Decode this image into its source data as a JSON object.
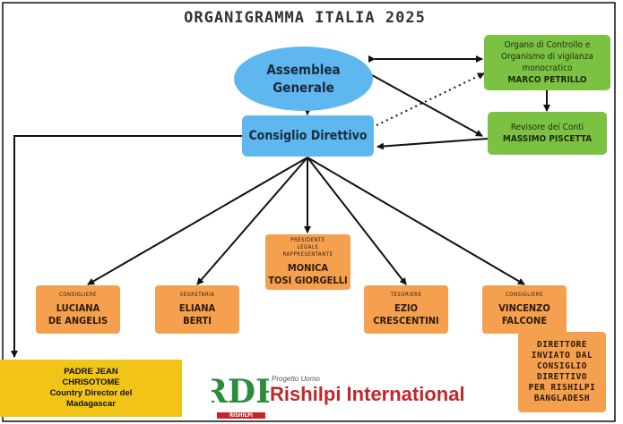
{
  "title": "ORGANIGRAMMA ITALIA 2025",
  "assemblea": {
    "line1": "Assemblea",
    "line2": "Generale"
  },
  "consiglio": "Consiglio Direttivo",
  "organo": {
    "line1": "Organo di Controllo e",
    "line2": "Organismo di vigilanza",
    "line3": "monocratico",
    "name": "MARCO PETRILLO"
  },
  "revisore": {
    "line1": "Revisore dei Conti",
    "name": "MASSIMO PISCETTA"
  },
  "presidente": {
    "role1": "PRESIDENTE",
    "role2": "LEGALE",
    "role3": "RAPPRESENTANTE",
    "name1": "MONICA",
    "name2": "TOSI GIORGELLI"
  },
  "members": [
    {
      "role": "CONSIGLIERE",
      "name1": "LUCIANA",
      "name2": "DE ANGELIS"
    },
    {
      "role": "SEGRETARIA",
      "name1": "ELIANA",
      "name2": "BERTI"
    },
    {
      "role": "TESORIERE",
      "name1": "EZIO",
      "name2": "CRESCENTINI"
    },
    {
      "role": "CONSIGLIERE",
      "name1": "VINCENZO",
      "name2": "FALCONE"
    }
  ],
  "direttore": {
    "line1": "DIRETTORE",
    "line2": "INVIATO DAL",
    "line3": "CONSIGLIO",
    "line4": "DIRETTIVO",
    "line5": "PER RISHILPI",
    "line6": "BANGLADESH"
  },
  "padre": {
    "line1": "PADRE JEAN",
    "line2": "CHRISOTOME",
    "line3": "Country Director del",
    "line4": "Madagascar"
  },
  "logo": {
    "small": "Progetto Uomo",
    "main": "Rishilpi International",
    "tag": "RISHILPI",
    "letters": "RDP"
  },
  "colors": {
    "blue": "#5eb7ef",
    "green": "#7cc242",
    "orange": "#f4a04f",
    "yellow": "#f2c418",
    "brand_red": "#c0272d",
    "logo_green": "#2d8c3c"
  }
}
